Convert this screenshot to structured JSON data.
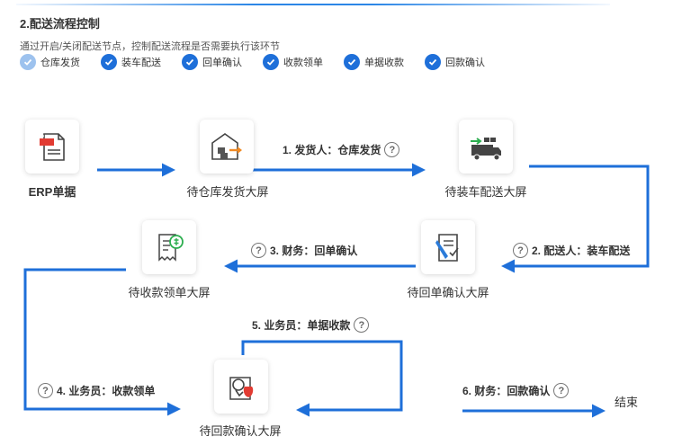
{
  "header": {
    "title": "2.配送流程控制",
    "subtitle": "通过开启/关闭配送节点，控制配送流程是否需要执行该环节"
  },
  "toggles": [
    {
      "label": "仓库发货",
      "state": "disabled-checked"
    },
    {
      "label": "装车配送",
      "state": "checked"
    },
    {
      "label": "回单确认",
      "state": "checked"
    },
    {
      "label": "收款领单",
      "state": "checked"
    },
    {
      "label": "单据收款",
      "state": "checked"
    },
    {
      "label": "回款确认",
      "state": "checked"
    }
  ],
  "nodes": {
    "erp": {
      "label": "ERP单据",
      "icon": "erp-document-icon",
      "badge": "ERP"
    },
    "warehouse": {
      "label": "待仓库发货大屏",
      "icon": "warehouse-box-icon"
    },
    "loading": {
      "label": "待装车配送大屏",
      "icon": "delivery-truck-icon"
    },
    "receipt": {
      "label": "待回单确认大屏",
      "icon": "document-sign-icon"
    },
    "collect": {
      "label": "待收款领单大屏",
      "icon": "receipt-money-icon"
    },
    "payment": {
      "label": "待回款确认大屏",
      "icon": "money-bag-icon",
      "symbol": "¥"
    },
    "end": {
      "label": "结束"
    }
  },
  "steps": [
    {
      "label": "1. 发货人：仓库发货",
      "help": "?"
    },
    {
      "label": "2. 配送人：装车配送",
      "help": "?"
    },
    {
      "label": "3. 财务：回单确认",
      "help": "?"
    },
    {
      "label": "4. 业务员：收款领单",
      "help": "?"
    },
    {
      "label": "5. 业务员：单据收款",
      "help": "?"
    },
    {
      "label": "6. 财务：回款确认",
      "help": "?"
    }
  ],
  "colors": {
    "accent": "#1e6fd9",
    "check_disabled": "#9dc2ee",
    "icon_orange": "#f08a24",
    "erp_red": "#e23b32"
  }
}
